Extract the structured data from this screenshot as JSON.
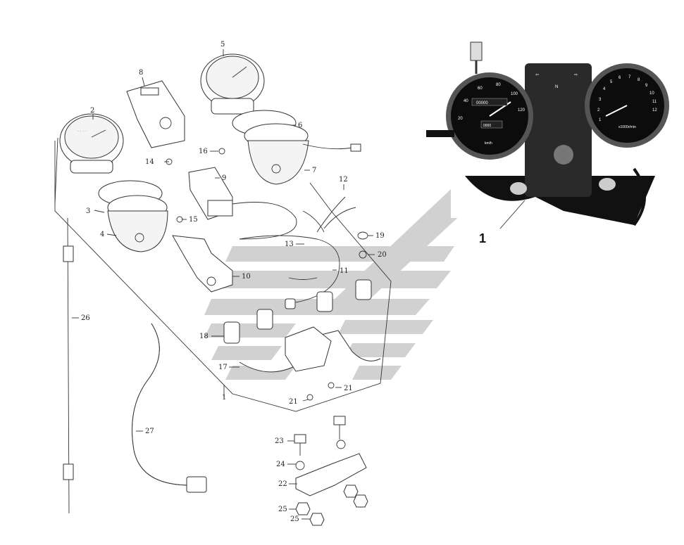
{
  "diagram": {
    "type": "exploded-parts-diagram",
    "photo_callout": "1",
    "photo": {
      "speedometer": {
        "scale": [
          "20",
          "40",
          "60",
          "80",
          "100",
          "120"
        ],
        "odometer": "00000",
        "trip": "0000",
        "unit": "km/h"
      },
      "tachometer": {
        "scale": [
          "1",
          "2",
          "3",
          "4",
          "5",
          "6",
          "7",
          "8",
          "9",
          "10",
          "11",
          "12"
        ],
        "unit": "x1000r/min"
      },
      "indicator_neutral": "N"
    },
    "parts": [
      "1",
      "2",
      "3",
      "4",
      "5",
      "6",
      "7",
      "8",
      "9",
      "10",
      "11",
      "12",
      "13",
      "14",
      "15",
      "16",
      "17",
      "18",
      "19",
      "20",
      "21",
      "21",
      "22",
      "23",
      "24",
      "25",
      "25",
      "26",
      "27"
    ]
  }
}
